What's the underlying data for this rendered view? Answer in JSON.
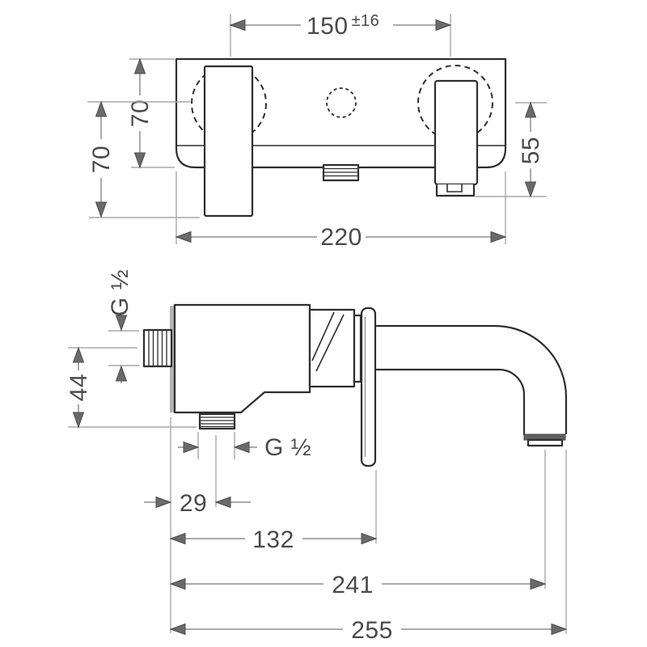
{
  "drawing": {
    "colors": {
      "object_line": "#2e2e2e",
      "dimension_line": "#8f8f8f",
      "extension_line": "#a8a8a8",
      "arrow": "#6a6a6a",
      "text": "#4a4a4a",
      "background": "#ffffff"
    },
    "front_view": {
      "dims": {
        "handle_spacing": "150",
        "handle_spacing_tol": "±16",
        "plate_height": "70",
        "handle_drop_left": "70",
        "handle_drop_right": "55",
        "overall_width": "220"
      }
    },
    "side_view": {
      "dims": {
        "inlet_thread": "G ½",
        "inlet_center_to_base": "44",
        "outlet_thread": "G ½",
        "wall_to_outlet_center": "29",
        "wall_to_handle_front": "132",
        "wall_to_spout_outlet": "241",
        "wall_to_spout_tip": "255"
      }
    }
  }
}
